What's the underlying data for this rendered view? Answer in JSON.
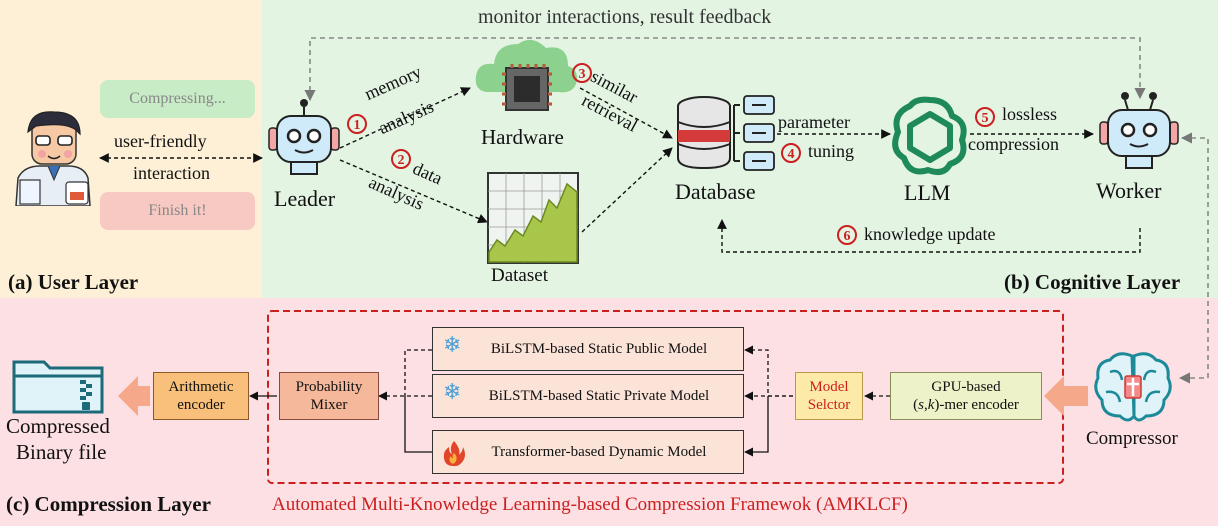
{
  "user_layer": {
    "title": "(a) User Layer",
    "bubble_top": "Compressing...",
    "bubble_bottom": "Finish it!",
    "interaction_line1": "user-friendly",
    "interaction_line2": "interaction"
  },
  "cognitive_layer": {
    "title": "(b) Cognitive Layer",
    "feedback_label": "monitor interactions, result feedback",
    "leader_label": "Leader",
    "hardware_label": "Hardware",
    "dataset_label": "Dataset",
    "database_label": "Database",
    "llm_label": "LLM",
    "worker_label": "Worker",
    "step1_num": "1",
    "step1_line1": "memory",
    "step1_line2": "analysis",
    "step2_num": "2",
    "step2_line1": "data",
    "step2_line2": "analysis",
    "step3_num": "3",
    "step3_line1": "similar",
    "step3_line2": "retrieval",
    "step4_num": "4",
    "step4_line1": "parameter",
    "step4_line2": "tuning",
    "step5_num": "5",
    "step5_line1": "lossless",
    "step5_line2": "compression",
    "step6_num": "6",
    "step6_label": "knowledge update"
  },
  "compression_layer": {
    "title": "(c) Compression Layer",
    "framework_name": "Automated Multi-Knowledge Learning-based Compression Framewok (AMKLCF)",
    "compressor_label": "Compressor",
    "encoder_line1": "GPU-based",
    "encoder_line2": "(s,k)-mer encoder",
    "selector_line1": "Model",
    "selector_line2": "Selctor",
    "model_public": "BiLSTM-based Static Public Model",
    "model_private": "BiLSTM-based Static Private Model",
    "model_dynamic": "Transformer-based Dynamic Model",
    "mixer_line1": "Probability",
    "mixer_line2": "Mixer",
    "arith_line1": "Arithmetic",
    "arith_line2": "encoder",
    "output_line1": "Compressed",
    "output_line2": "Binary file"
  },
  "colors": {
    "user_bg": "#fdf0d6",
    "cognitive_bg": "#e3f4e3",
    "compression_bg": "#fde0e4",
    "accent_red": "#cc1f1f",
    "model_box": "#fbe3d8",
    "selector_box": "#fde9a8",
    "encoder_box": "#eef2c8",
    "mixer_box": "#f6b89a",
    "arith_box": "#f8c07a"
  }
}
